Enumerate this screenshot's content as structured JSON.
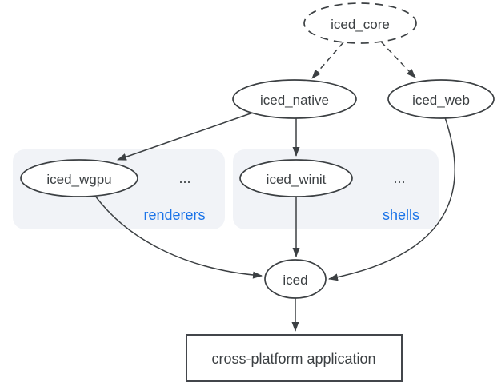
{
  "diagram": {
    "colors": {
      "background": "#ffffff",
      "stroke": "#3c4043",
      "text": "#3c4043",
      "accent_blue": "#1a73e8",
      "group_fill": "#f1f3f7",
      "node_fill": "#ffffff"
    },
    "nodes": {
      "iced_core": {
        "label": "iced_core",
        "shape": "dashed-ellipse"
      },
      "iced_native": {
        "label": "iced_native",
        "shape": "ellipse"
      },
      "iced_web": {
        "label": "iced_web",
        "shape": "ellipse"
      },
      "iced_wgpu": {
        "label": "iced_wgpu",
        "shape": "ellipse"
      },
      "iced_winit": {
        "label": "iced_winit",
        "shape": "ellipse"
      },
      "iced": {
        "label": "iced",
        "shape": "ellipse"
      },
      "app": {
        "label": "cross-platform application",
        "shape": "rect"
      }
    },
    "groups": {
      "renderers": {
        "label": "renderers",
        "ellipsis": "..."
      },
      "shells": {
        "label": "shells",
        "ellipsis": "..."
      }
    },
    "edges": [
      {
        "from": "iced_core",
        "to": "iced_native",
        "style": "dashed"
      },
      {
        "from": "iced_core",
        "to": "iced_web",
        "style": "dashed"
      },
      {
        "from": "iced_native",
        "to": "iced_wgpu",
        "style": "solid"
      },
      {
        "from": "iced_native",
        "to": "iced_winit",
        "style": "solid"
      },
      {
        "from": "iced_wgpu",
        "to": "iced",
        "style": "solid"
      },
      {
        "from": "iced_winit",
        "to": "iced",
        "style": "solid"
      },
      {
        "from": "iced_web",
        "to": "iced",
        "style": "solid"
      },
      {
        "from": "iced",
        "to": "app",
        "style": "solid"
      }
    ]
  }
}
